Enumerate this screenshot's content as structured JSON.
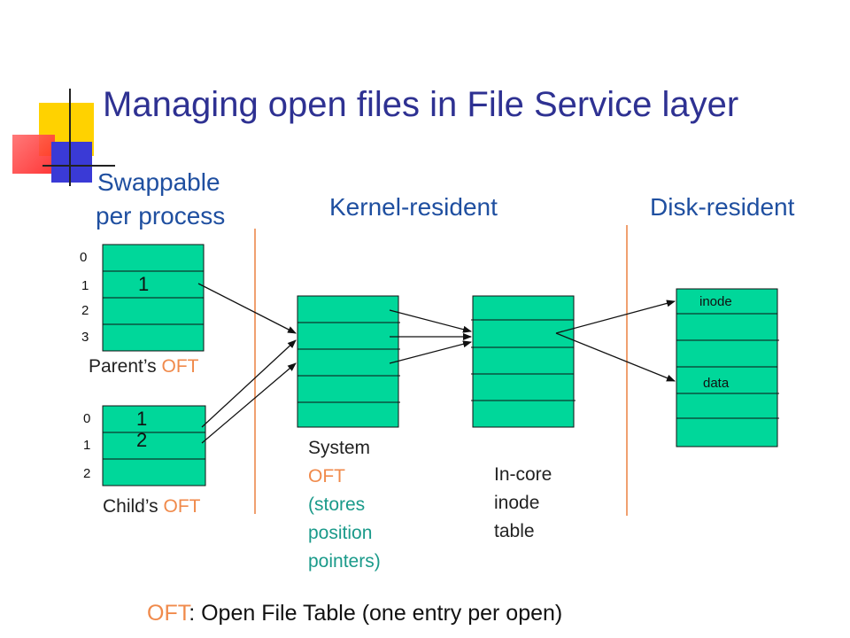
{
  "title": "Managing open files in File Service layer",
  "headers": {
    "swappable_line1": "Swappable",
    "swappable_line2": "per process",
    "kernel": "Kernel-resident",
    "disk": "Disk-resident"
  },
  "parent_oft": {
    "indices": [
      "0",
      "1",
      "2",
      "3"
    ],
    "cell_value": "1",
    "label_prefix": "Parent’s ",
    "label_suffix": "OFT"
  },
  "child_oft": {
    "indices": [
      "0",
      "1",
      "2"
    ],
    "cell_values": [
      "1",
      "2"
    ],
    "label_prefix": "Child’s ",
    "label_suffix": "OFT"
  },
  "system_oft": {
    "line1": "System",
    "line2": "OFT",
    "line3": "(stores",
    "line4": "position",
    "line5": "pointers)"
  },
  "inode_table": {
    "line1": "In-core",
    "line2": "inode",
    "line3": "table"
  },
  "disk": {
    "inode_label": "inode",
    "data_label": "data"
  },
  "footer": {
    "prefix": "OFT",
    "text": ": Open File Table (one entry per open)"
  },
  "colors": {
    "title": "#2e3192",
    "header": "#1f4fa0",
    "box_fill": "#00d79a",
    "accent_orange": "#f08a4b",
    "teal_text": "#1a9a8a"
  }
}
